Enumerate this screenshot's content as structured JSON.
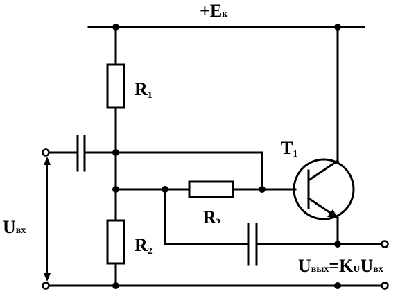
{
  "labels": {
    "supply": "+E",
    "supply_sub": "к",
    "r1": "R",
    "r1_sub": "1",
    "r2": "R",
    "r2_sub": "2",
    "re": "R",
    "re_sub": "э",
    "t1": "T",
    "t1_sub": "1",
    "uin": "U",
    "uin_sub": "вх",
    "uout": "U",
    "uout_sub": "вых",
    "uout_eq": "=K",
    "uout_k_sub": "U",
    "uout_u": "U",
    "uout_u_sub": "вх"
  }
}
